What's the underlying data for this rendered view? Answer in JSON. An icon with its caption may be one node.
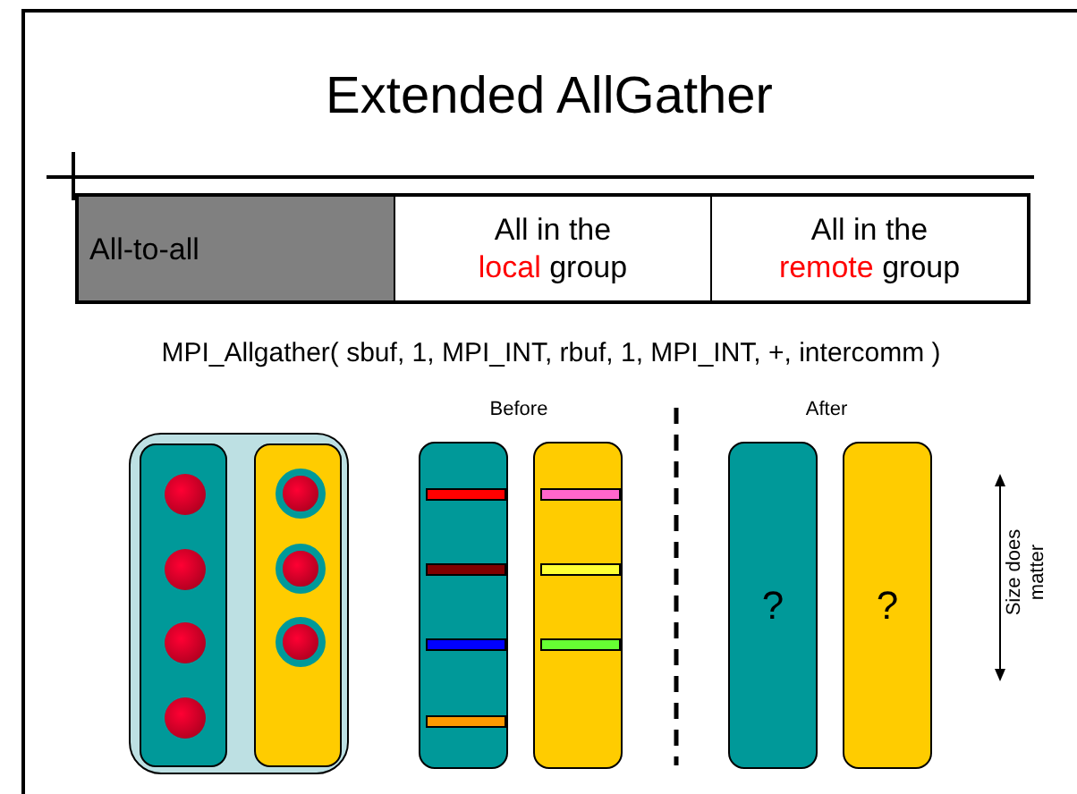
{
  "diagram": {
    "title": "Extended AllGather",
    "nodes": [
      {
        "text": [],
        "shape": "box"
      },
      {
        "text": [],
        "shape": "bar",
        "in": 0
      },
      {
        "text": [],
        "shape": "bar",
        "in": 0
      },
      {
        "text": [],
        "shape": "circle",
        "in": 1
      },
      {
        "text": [],
        "shape": "circle",
        "in": 1
      },
      {
        "text": [],
        "shape": "circle",
        "in": 1
      },
      {
        "text": [],
        "shape": "circle",
        "in": 1
      },
      {
        "text": [],
        "shape": "circle",
        "in": 2
      },
      {
        "text": [],
        "shape": "circle",
        "in": 2
      },
      {
        "text": [],
        "shape": "circle",
        "in": 2
      },
      {
        "text": [],
        "shape": "bar"
      },
      {
        "text": [],
        "shape": "bar"
      },
      {
        "text": [],
        "shape": "bar",
        "in": 10
      },
      {
        "text": [],
        "shape": "bar",
        "in": 10
      },
      {
        "text": [],
        "shape": "bar",
        "in": 10
      },
      {
        "text": [],
        "shape": "bar",
        "in": 10
      },
      {
        "text": [],
        "shape": "bar",
        "in": 11
      },
      {
        "text": [],
        "shape": "bar",
        "in": 11
      },
      {
        "text": [],
        "shape": "bar",
        "in": 11
      },
      {
        "text": [
          "?"
        ]
      },
      {
        "text": [
          "?"
        ]
      }
    ],
    "edges": [],
    "labels": [
      "All-to-all",
      "All in the local group",
      "All in the remote group",
      "MPI_Allgather( sbuf, 1, MPI_INT, rbuf, 1, MPI_INT, +, intercomm )",
      "Before",
      "After",
      "Size does matter"
    ]
  }
}
